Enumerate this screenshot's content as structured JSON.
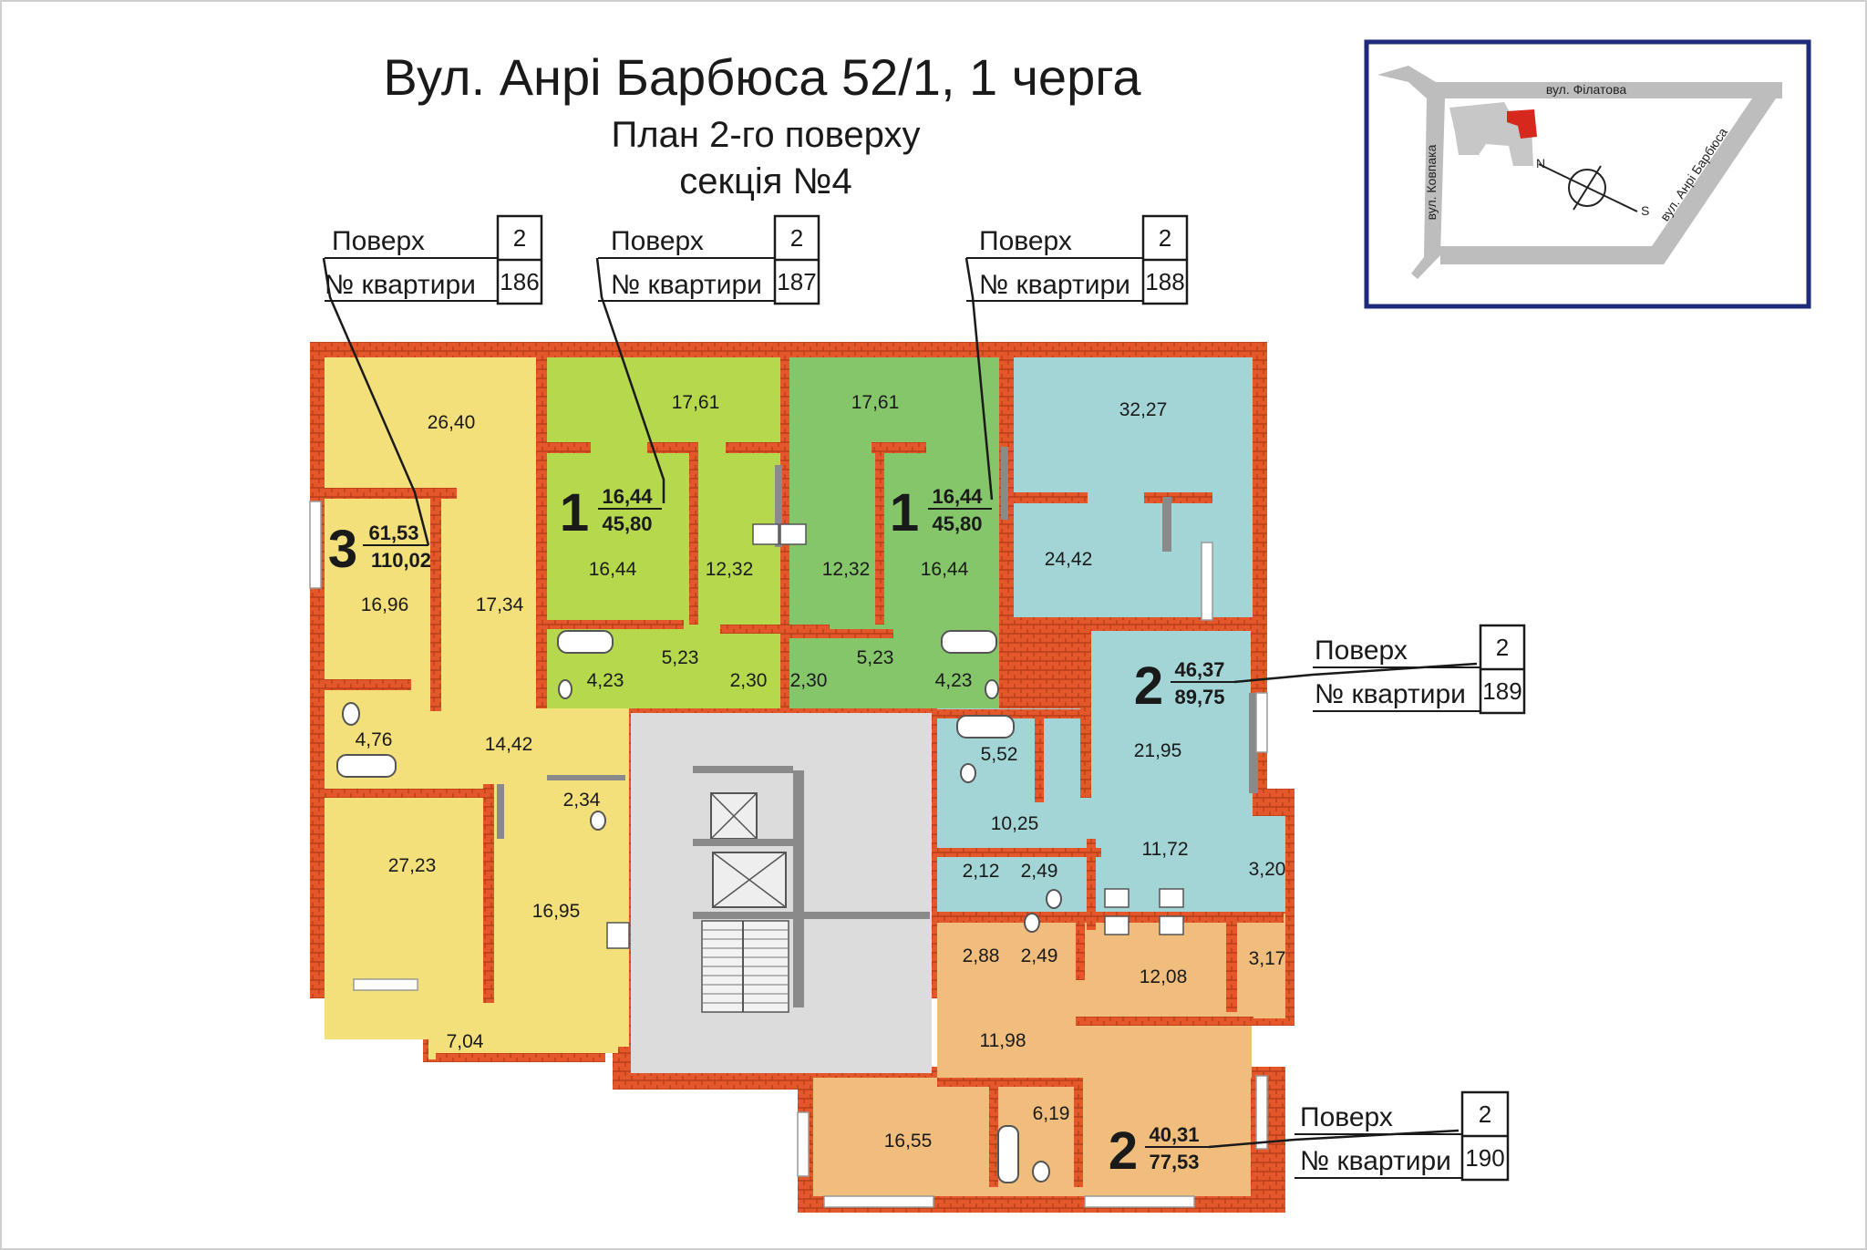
{
  "header": {
    "title": "Вул. Анрі Барбюса 52/1, 1 черга",
    "plan": "План 2-го поверху",
    "section": "секція №4"
  },
  "labels": {
    "floor": "Поверх",
    "apartment_no": "№ квартири"
  },
  "apartments": [
    {
      "number": "186",
      "floor": "2",
      "rooms": "3",
      "living": "61,53",
      "total": "110,02",
      "color": "#f3e07a"
    },
    {
      "number": "187",
      "floor": "2",
      "rooms": "1",
      "living": "16,44",
      "total": "45,80",
      "color": "#b5d84c"
    },
    {
      "number": "188",
      "floor": "2",
      "rooms": "1",
      "living": "16,44",
      "total": "45,80",
      "color": "#86c66a"
    },
    {
      "number": "189",
      "floor": "2",
      "rooms": "2",
      "living": "46,37",
      "total": "89,75",
      "color": "#a3d4d6"
    },
    {
      "number": "190",
      "floor": "2",
      "rooms": "2",
      "living": "40,31",
      "total": "77,53",
      "color": "#f0bd7c"
    }
  ],
  "room_areas": {
    "a186": [
      "26,40",
      "16,96",
      "17,34",
      "4,76",
      "14,42",
      "2,34",
      "27,23",
      "16,95",
      "7,04"
    ],
    "a187": [
      "17,61",
      "16,44",
      "12,32",
      "5,23",
      "4,23",
      "2,30"
    ],
    "a188": [
      "17,61",
      "12,32",
      "16,44",
      "5,23",
      "2,30",
      "4,23"
    ],
    "a189": [
      "32,27",
      "24,42",
      "21,95",
      "5,52",
      "10,25",
      "11,72",
      "3,20",
      "2,12",
      "2,49"
    ],
    "a190": [
      "2,88",
      "2,49",
      "12,08",
      "3,17",
      "11,98",
      "6,19",
      "16,55"
    ]
  },
  "location_map": {
    "streets": [
      "вул. Філатова",
      "вул. Ковпака",
      "вул. Анрі Барбюса"
    ],
    "compass_n": "N",
    "compass_s": "S",
    "border_color": "#1f2a7a",
    "highlight_color": "#d6281c"
  },
  "colors": {
    "wall": "#e45a2a",
    "common_area": "#dcdcdc"
  }
}
